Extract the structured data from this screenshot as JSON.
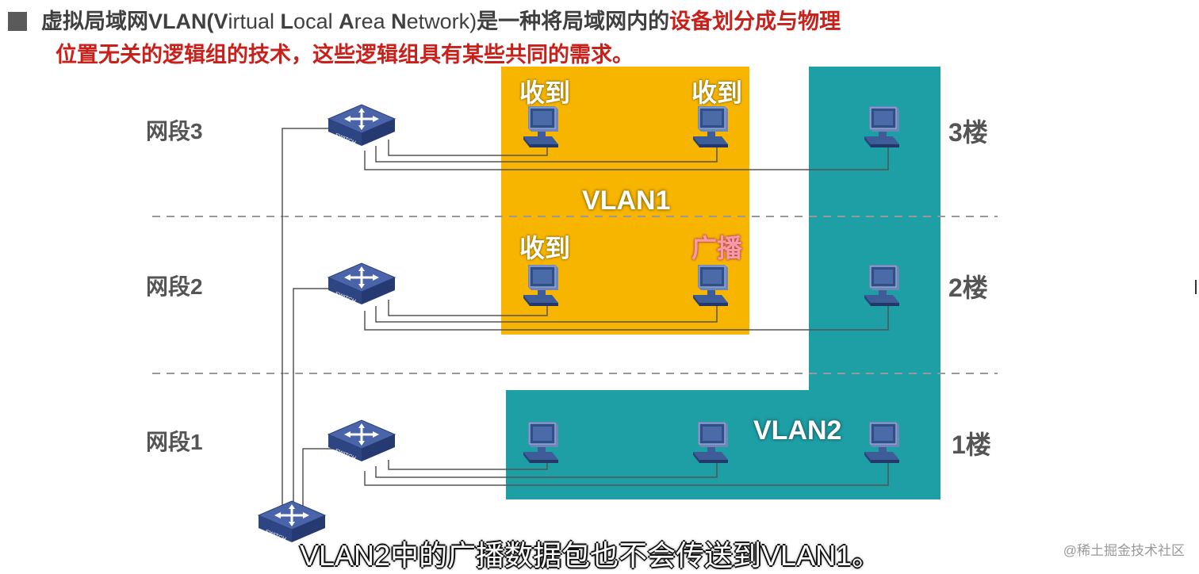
{
  "title": {
    "part1": "虚拟局域网",
    "vlan": "VLAN(",
    "v_cap": "V",
    "v_rest": "irtual ",
    "l_cap": "L",
    "l_rest": "ocal ",
    "a_cap": "A",
    "a_rest": "rea ",
    "n_cap": "N",
    "n_rest": "etwork)",
    "part2": "是一种将局域网内的",
    "red1": "设备划分成与物理",
    "line2": "位置无关的逻辑组的技术，这些逻辑组具有某些共同的需求。"
  },
  "segments": {
    "seg3": "网段3",
    "seg2": "网段2",
    "seg1": "网段1"
  },
  "floors": {
    "f3": "3楼",
    "f2": "2楼",
    "f1": "1楼"
  },
  "pc_labels": {
    "row3_left": "收到",
    "row3_right": "收到",
    "row2_left": "收到",
    "row2_right": "广播"
  },
  "vlans": {
    "vlan1": "VLAN1",
    "vlan2": "VLAN2"
  },
  "switch_text": "SWITCH",
  "caption": "VLAN2中的广播数据包也不会传送到VLAN1。",
  "watermark": "@稀土掘金技术社区",
  "colors": {
    "vlan1_fill": "#f7b500",
    "vlan2_fill": "#1d9fa5",
    "switch_blue": "#3f5a9c",
    "pc_blue": "#2f4f86",
    "title_red": "#c8201a"
  }
}
